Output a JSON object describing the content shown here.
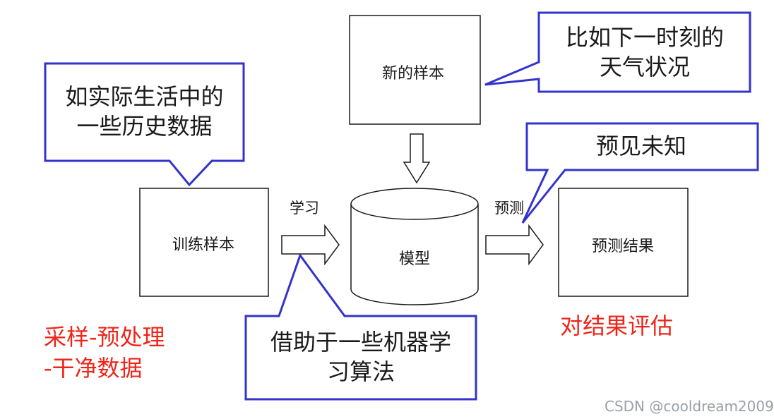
{
  "boxes": {
    "new_sample": "新的样本",
    "training_sample": "训练样本",
    "model": "模型",
    "prediction_result": "预测结果"
  },
  "edges": {
    "learn": "学习",
    "predict": "预测"
  },
  "callouts": {
    "historical_data": [
      "如实际生活中的",
      "一些历史数据"
    ],
    "next_moment": [
      "比如下一时刻的",
      "天气状况"
    ],
    "foresee": "预见未知",
    "algorithms": [
      "借助于一些机器学",
      "习算法"
    ]
  },
  "notes": {
    "preprocess": [
      "采样-预处理",
      "-干净数据"
    ],
    "evaluate": "对结果评估"
  },
  "watermark": "CSDN @cooldream2009",
  "colors": {
    "callout_border": "#3333cc",
    "note_red": "#f02418",
    "box_stroke": "#1a1a1a"
  }
}
